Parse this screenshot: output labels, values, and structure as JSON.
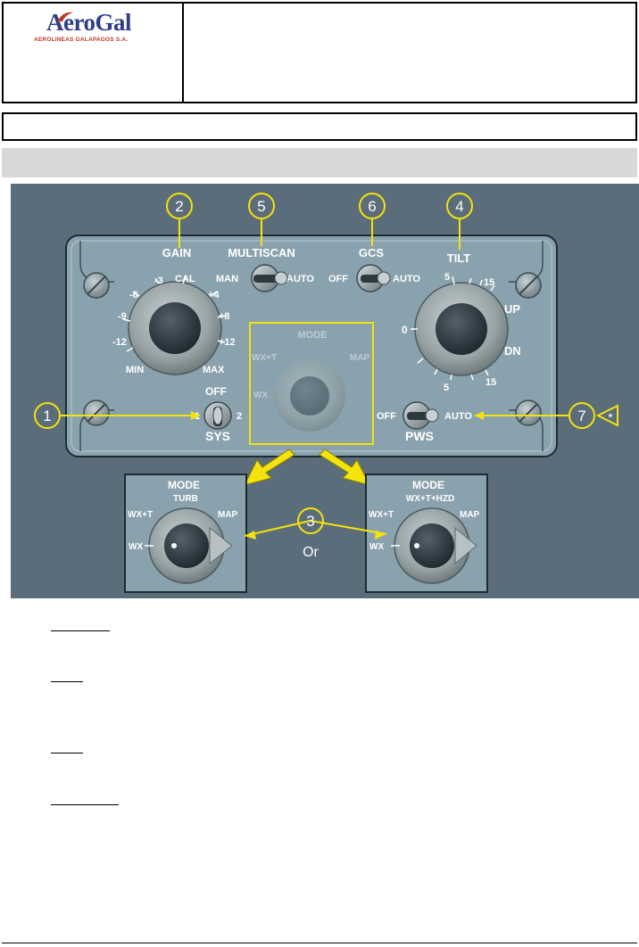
{
  "header": {
    "logo_text": "AeroGal",
    "logo_subtext": "AEROLINEAS GALAPAGOS S.A."
  },
  "figure": {
    "callouts": [
      "1",
      "2",
      "3",
      "4",
      "5",
      "6",
      "7"
    ],
    "gain": {
      "title": "GAIN",
      "scale": [
        "-3",
        "CAL",
        "-6",
        "+4",
        "-9",
        "+8",
        "-12",
        "+12",
        "MIN",
        "MAX"
      ]
    },
    "multiscan": {
      "title": "MULTISCAN",
      "left": "MAN",
      "right": "AUTO"
    },
    "gcs": {
      "title": "GCS",
      "left": "OFF",
      "right": "AUTO"
    },
    "tilt": {
      "title": "TILT",
      "scale": [
        "5",
        "15",
        "UP",
        "0",
        "DN",
        "5",
        "15"
      ]
    },
    "sys": {
      "title": "SYS",
      "top": "OFF",
      "left": "1",
      "right": "2"
    },
    "pws": {
      "title": "PWS",
      "left": "OFF",
      "right": "AUTO"
    },
    "mode_ghost": {
      "title": "MODE",
      "labels": [
        "WX+T",
        "MAP",
        "WX"
      ]
    },
    "mode_a": {
      "title": "MODE",
      "labels": [
        "TURB",
        "WX+T",
        "MAP",
        "WX"
      ]
    },
    "mode_b": {
      "title": "MODE",
      "labels": [
        "WX+T+HZD",
        "WX+T",
        "MAP",
        "WX"
      ]
    },
    "or_text": "Or",
    "asterisk": "*",
    "colors": {
      "panel": "#8aa2ad",
      "background": "#5b6d7a",
      "callout": "#f4e30c"
    }
  }
}
